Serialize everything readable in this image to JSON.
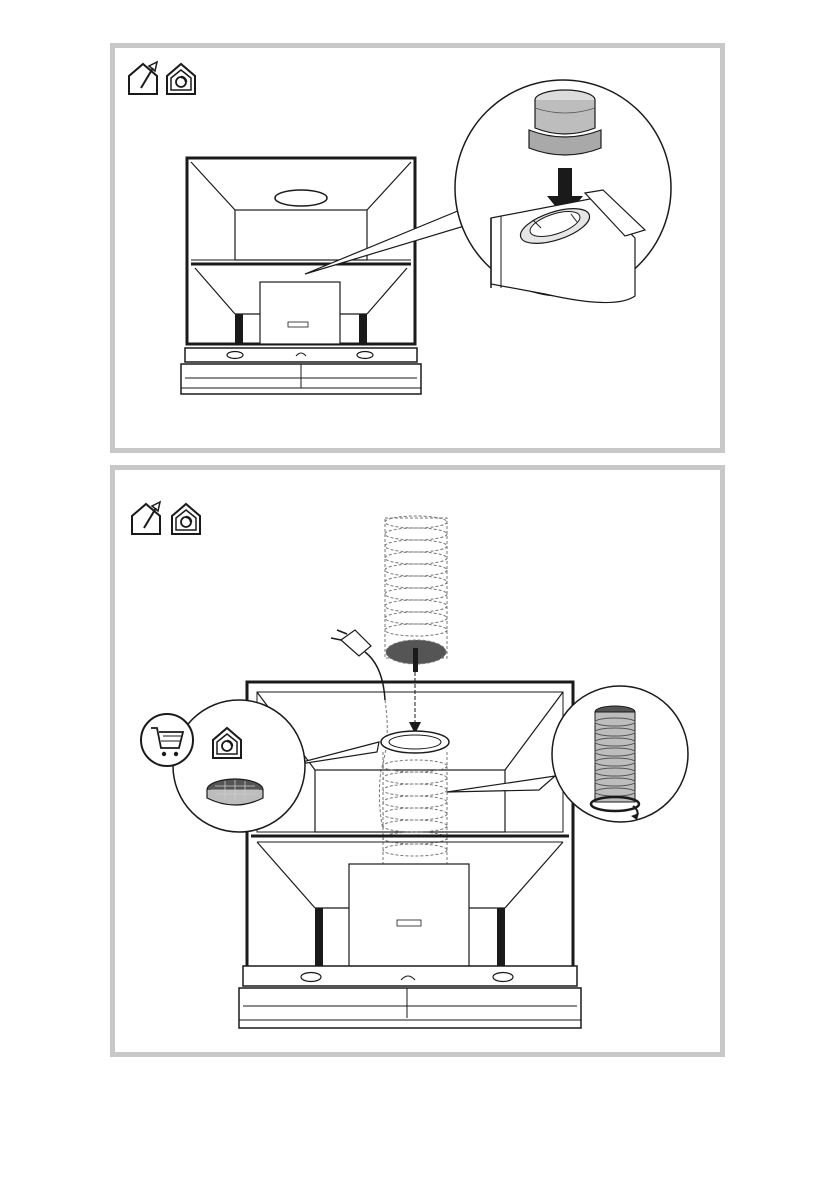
{
  "panels": [
    {
      "id": "top",
      "mode_icons": [
        "ducted-extraction-house-icon",
        "recirculation-house-icon"
      ],
      "step": "fit-duct-adapter-onto-motor-outlet"
    },
    {
      "id": "bottom",
      "mode_icons": [
        "ducted-extraction-house-icon",
        "recirculation-house-icon"
      ],
      "step": "connect-flexible-duct-and-power-plug",
      "callouts": [
        {
          "icons": [
            "shopping-cart-icon",
            "recirculation-house-icon"
          ],
          "part": "carbon-filter-icon"
        },
        {
          "part": "flexible-duct-clamp-icon"
        }
      ]
    }
  ],
  "product_label": "",
  "colors": {
    "frame": "#c8c8c8",
    "line": "#1a1a1a",
    "shade": "#bdbdbd",
    "dark_shade": "#555555"
  }
}
